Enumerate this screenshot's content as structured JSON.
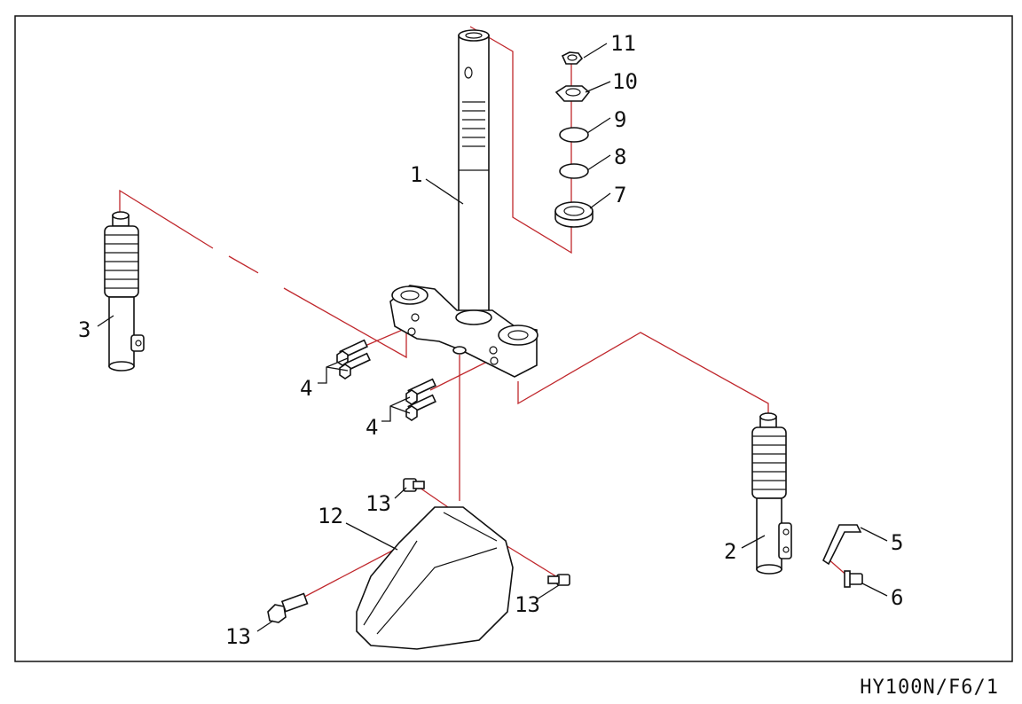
{
  "drawing_code": "HY100N/F6/1",
  "callouts": [
    {
      "id": "c1",
      "text": "1"
    },
    {
      "id": "c2",
      "text": "2"
    },
    {
      "id": "c3",
      "text": "3"
    },
    {
      "id": "c4a",
      "text": "4"
    },
    {
      "id": "c4b",
      "text": "4"
    },
    {
      "id": "c5",
      "text": "5"
    },
    {
      "id": "c6",
      "text": "6"
    },
    {
      "id": "c7",
      "text": "7"
    },
    {
      "id": "c8",
      "text": "8"
    },
    {
      "id": "c9",
      "text": "9"
    },
    {
      "id": "c10",
      "text": "10"
    },
    {
      "id": "c11",
      "text": "11"
    },
    {
      "id": "c12",
      "text": "12"
    },
    {
      "id": "c13a",
      "text": "13"
    },
    {
      "id": "c13b",
      "text": "13"
    },
    {
      "id": "c13c",
      "text": "13"
    }
  ],
  "colors": {
    "line": "#111111",
    "assembly_line": "#c0282d"
  }
}
